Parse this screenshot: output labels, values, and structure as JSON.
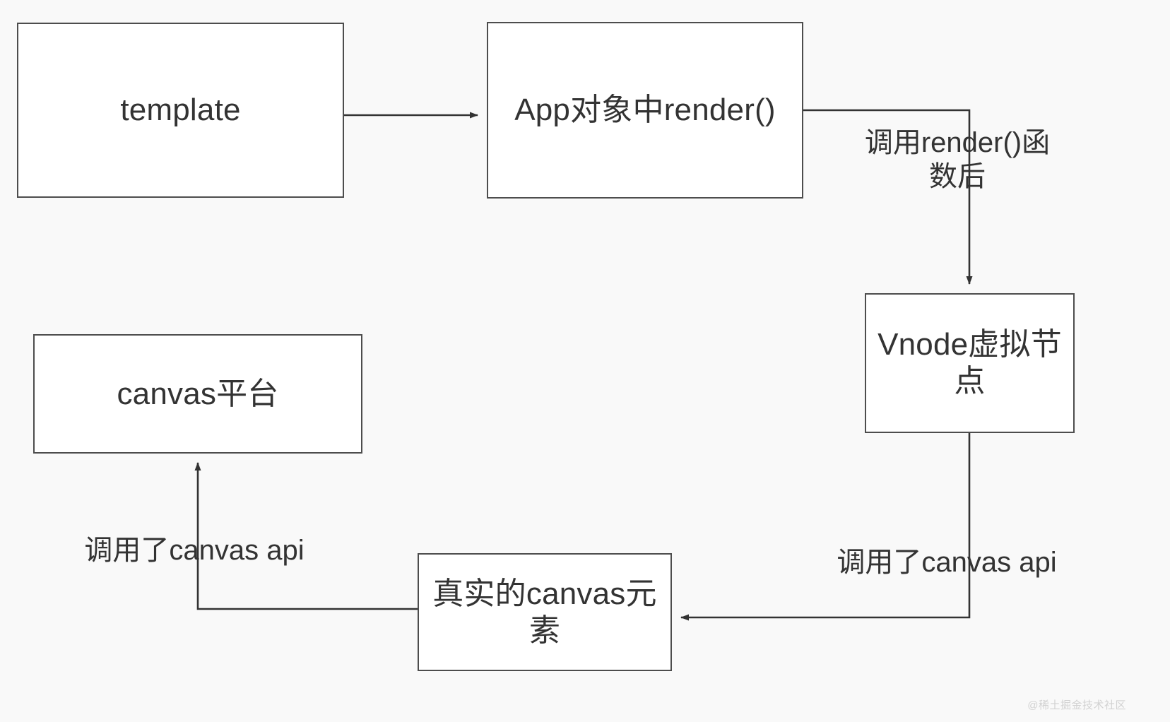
{
  "diagram": {
    "title": "Vue canvas rendering flow",
    "background_color": "#f9f9f9",
    "node_fill": "#ffffff",
    "node_stroke": "#4d4d4d",
    "text_color": "#333333",
    "nodes": [
      {
        "id": "template",
        "label": "template"
      },
      {
        "id": "app-render",
        "label": "App对象中render()"
      },
      {
        "id": "vnode",
        "label": "Vnode虚拟节\n点"
      },
      {
        "id": "canvas-plat",
        "label": "canvas平台"
      },
      {
        "id": "real-canvas",
        "label": "真实的canvas元\n素"
      }
    ],
    "edges": [
      {
        "id": "template-to-app",
        "from": "template",
        "to": "app-render",
        "label": ""
      },
      {
        "id": "app-to-vnode",
        "from": "app-render",
        "to": "vnode",
        "label": "调用render()函\n数后"
      },
      {
        "id": "vnode-to-real-canvas",
        "from": "vnode",
        "to": "real-canvas",
        "label": "调用了canvas api"
      },
      {
        "id": "real-canvas-to-plat",
        "from": "real-canvas",
        "to": "canvas-plat",
        "label": "调用了canvas api"
      }
    ]
  },
  "watermark": {
    "text": "@稀土掘金技术社区"
  }
}
